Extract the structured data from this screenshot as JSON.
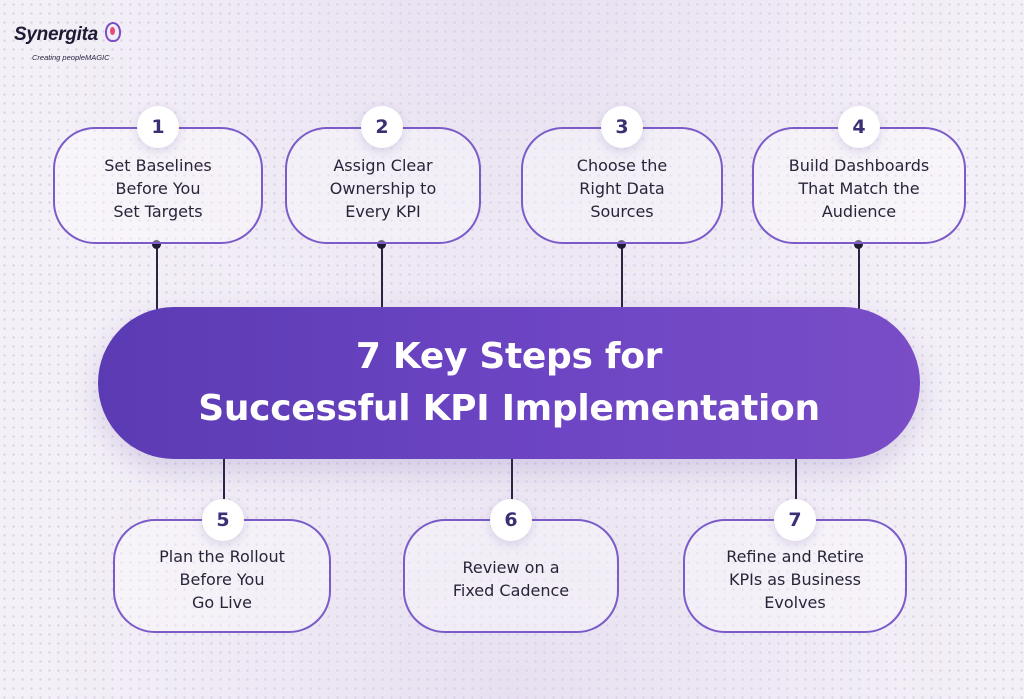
{
  "logo": {
    "wordmark": "Synergita",
    "tagline": "Creating peopleMAGIC"
  },
  "title": {
    "line1": "7 Key Steps for",
    "line2": "Successful KPI Implementation"
  },
  "steps": [
    {
      "number": "1",
      "text": "Set Baselines\nBefore You\nSet Targets"
    },
    {
      "number": "2",
      "text": "Assign Clear\nOwnership to\nEvery KPI"
    },
    {
      "number": "3",
      "text": "Choose the\nRight Data\nSources"
    },
    {
      "number": "4",
      "text": "Build Dashboards\nThat Match the\nAudience"
    },
    {
      "number": "5",
      "text": "Plan the Rollout\nBefore You\nGo Live"
    },
    {
      "number": "6",
      "text": "Review on a\nFixed Cadence"
    },
    {
      "number": "7",
      "text": "Refine and Retire\nKPIs as Business\nEvolves"
    }
  ],
  "colors": {
    "band": "#6a44c2",
    "card_border": "#7b5bc9",
    "number": "#3d2f73",
    "text": "#2a2438"
  }
}
